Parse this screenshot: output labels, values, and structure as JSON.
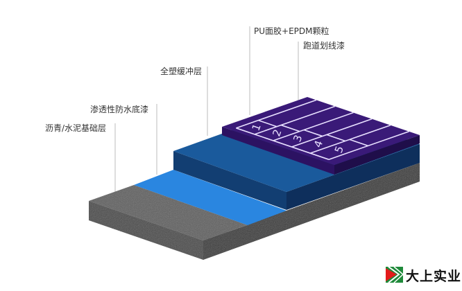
{
  "labels": {
    "pu_surface": "PU面胶+EPDM颗粒",
    "lane_paint": "跑道划线漆",
    "cushion": "全塑缓冲层",
    "primer": "渗透性防水底漆",
    "base": "沥青/水泥基础层"
  },
  "lane_numbers": [
    "1",
    "2",
    "3",
    "4",
    "5"
  ],
  "logo": {
    "text": "大上实业"
  },
  "colors": {
    "base": "#5a5a5a",
    "primer": "#2a86e0",
    "cushion": "#1a5a9c",
    "surface": "#3a1a78",
    "lane_lines": "#e8e0ff"
  }
}
